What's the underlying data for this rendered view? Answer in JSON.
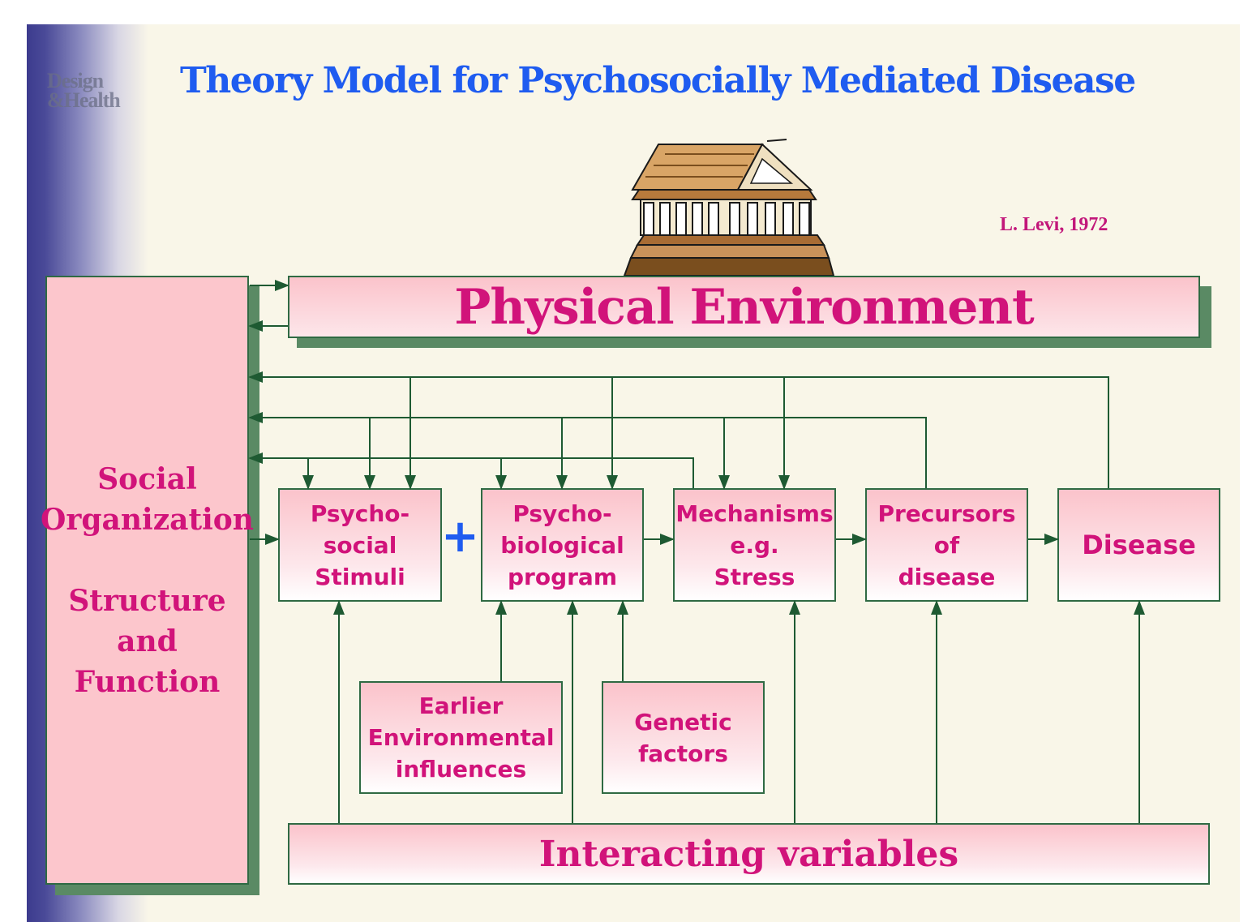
{
  "title": "Theory Model for Psychosocially Mediated Disease",
  "citation": "L. Levi, 1972",
  "logo": {
    "line1": "Design",
    "line2": "&Health"
  },
  "colors": {
    "title": "#1f5cf0",
    "box_text": "#d1137a",
    "box_border": "#2f6a43",
    "box_fill": "#fbc3cb",
    "arrow": "#1e5a32",
    "shadow": "#5a8a64"
  },
  "illustration": "greek-temple-icon",
  "social_organization": "Social\nOrganization\n\nStructure\nand\nFunction",
  "physical_environment": "Physical Environment",
  "interacting_variables": "Interacting variables",
  "plus_sign": "+",
  "chain": {
    "psychosocial_stimuli": "Psycho-\nsocial\nStimuli",
    "psychobiological_program": "Psycho-\nbiological\nprogram",
    "mechanisms": "Mechanisms\ne.g.\nStress",
    "precursors": "Precursors\nof\ndisease",
    "disease": "Disease"
  },
  "inputs": {
    "earlier_environmental": "Earlier\nEnvironmental\ninfluences",
    "genetic_factors": "Genetic\nfactors"
  }
}
